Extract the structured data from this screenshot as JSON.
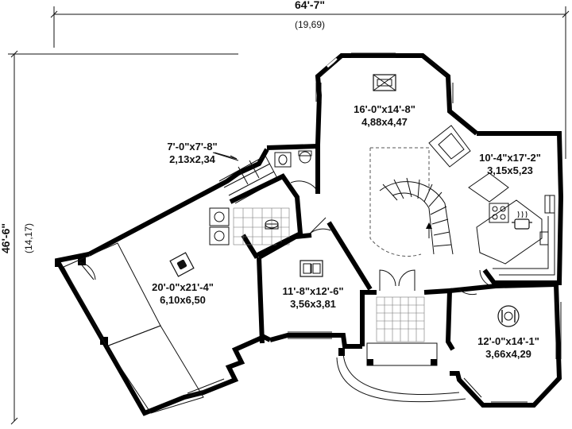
{
  "overall": {
    "width_imperial": "64'-7\"",
    "width_metric": "(19,69)",
    "depth_imperial": "46'-6\"",
    "depth_metric": "(14,17)"
  },
  "rooms": [
    {
      "id": "living",
      "icon": "sofa-icon",
      "imperial": "16'-0\"x14'-8\"",
      "metric": "4,88x4,47"
    },
    {
      "id": "laundry",
      "icon": "",
      "imperial": "7'-0\"x7'-8\"",
      "metric": "2,13x2,34"
    },
    {
      "id": "kitchen",
      "icon": "cooking-pot-icon",
      "imperial": "10'-4\"x17'-2\"",
      "metric": "3,15x5,23"
    },
    {
      "id": "garage",
      "icon": "car-icon",
      "imperial": "20'-0\"x21'-4\"",
      "metric": "6,10x6,50"
    },
    {
      "id": "office",
      "icon": "book-icon",
      "imperial": "11'-8\"x12'-6\"",
      "metric": "3,56x3,81"
    },
    {
      "id": "dining",
      "icon": "plate-cutlery-icon",
      "imperial": "12'-0\"x14'-1\"",
      "metric": "3,66x4,29"
    }
  ]
}
